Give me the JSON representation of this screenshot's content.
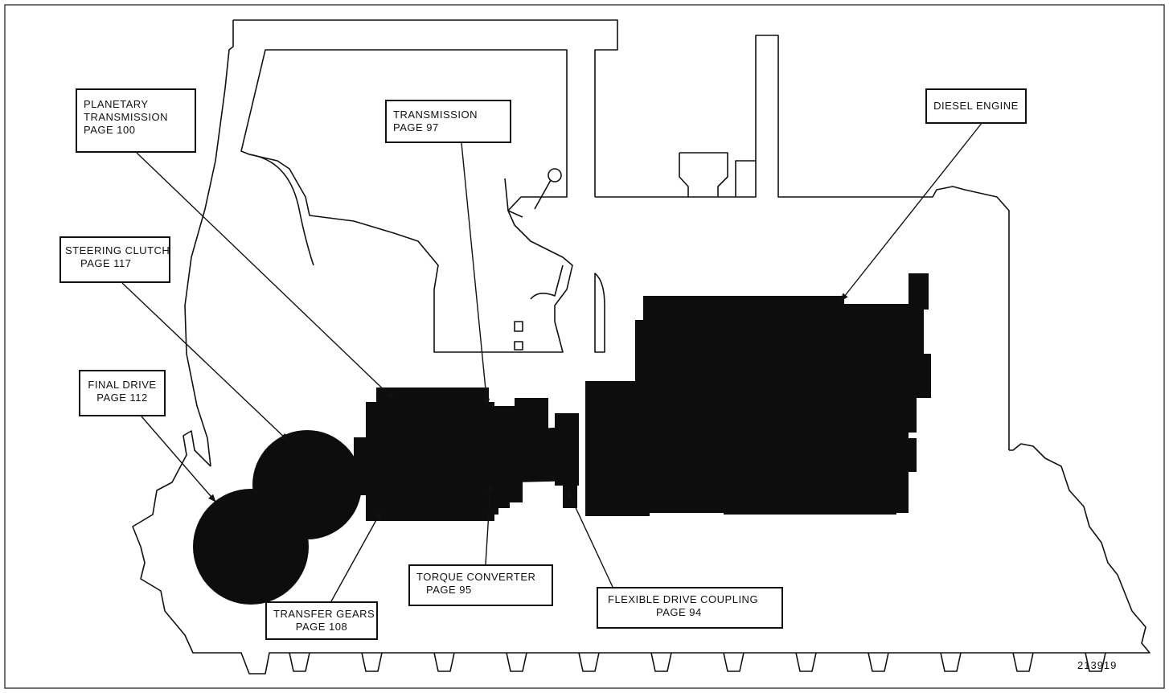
{
  "labels": {
    "planetary_transmission": {
      "line1": "PLANETARY",
      "line2": "TRANSMISSION",
      "line3": "PAGE 100"
    },
    "transmission": {
      "line1": "TRANSMISSION",
      "line2": "PAGE 97"
    },
    "diesel_engine": {
      "line1": "DIESEL ENGINE"
    },
    "steering_clutch": {
      "line1": "STEERING CLUTCH",
      "line2": "PAGE 117"
    },
    "final_drive": {
      "line1": "FINAL DRIVE",
      "line2": "PAGE 112"
    },
    "transfer_gears": {
      "line1": "TRANSFER GEARS",
      "line2": "PAGE 108"
    },
    "torque_converter": {
      "line1": "TORQUE CONVERTER",
      "line2": "PAGE 95"
    },
    "flexible_drive_coupling": {
      "line1": "FLEXIBLE DRIVE COUPLING",
      "line2": "PAGE 94"
    }
  },
  "figure_number": "213919",
  "colors": {
    "line": "#111111",
    "component_fill": "#0d0d0d",
    "background": "#ffffff"
  }
}
